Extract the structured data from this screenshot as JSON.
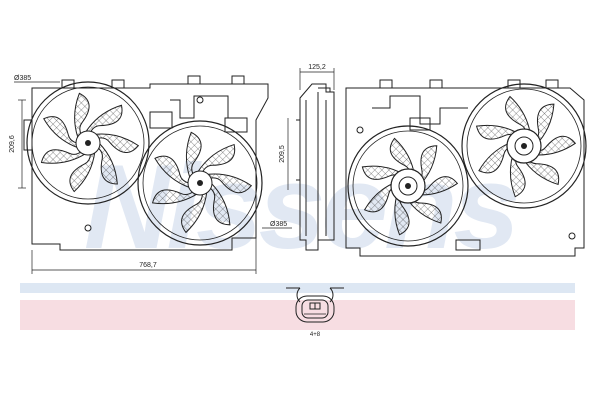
{
  "watermark": {
    "text": "Nissens",
    "color": "#c9d6ea"
  },
  "dimensions": {
    "fan_diameter_top": "Ø385",
    "fan_diameter_bottom": "Ø385",
    "left_height": "209,6",
    "mid_height": "209,5",
    "overall_width": "768,7",
    "depth": "125,2",
    "connector_code": "4+8"
  },
  "bands": {
    "blue": "#dde7f3",
    "pink": "#f7dde2"
  },
  "line_color": "#222222"
}
